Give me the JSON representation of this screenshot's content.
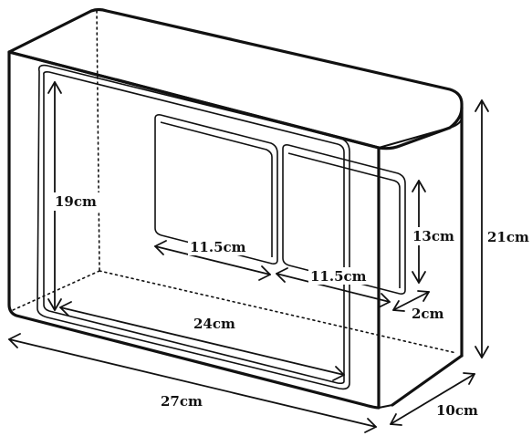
{
  "dimensions": {
    "inner_height": "19cm",
    "pocket_left_width": "11.5cm",
    "pocket_right_width": "11.5cm",
    "pocket_height": "13cm",
    "outer_height": "21cm",
    "pocket_depth": "2cm",
    "inner_width": "24cm",
    "outer_width": "27cm",
    "outer_depth": "10cm"
  }
}
